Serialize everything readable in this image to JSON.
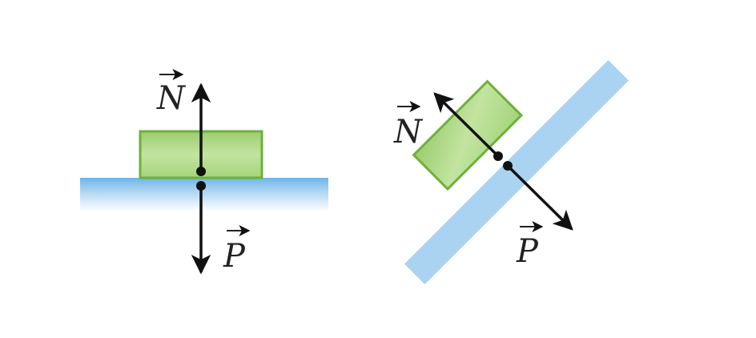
{
  "colors": {
    "block_fill": "#a9d77c",
    "block_stroke": "#6cb13b",
    "surface_top": "#6fb4e8",
    "surface_bottom": "#ffffff",
    "incline_fill": "#a9d3f0",
    "arrow": "#111111",
    "label": "#222222"
  },
  "flat": {
    "normal_label": "N",
    "weight_label": "P"
  },
  "incline": {
    "normal_label": "N",
    "weight_label": "P"
  }
}
